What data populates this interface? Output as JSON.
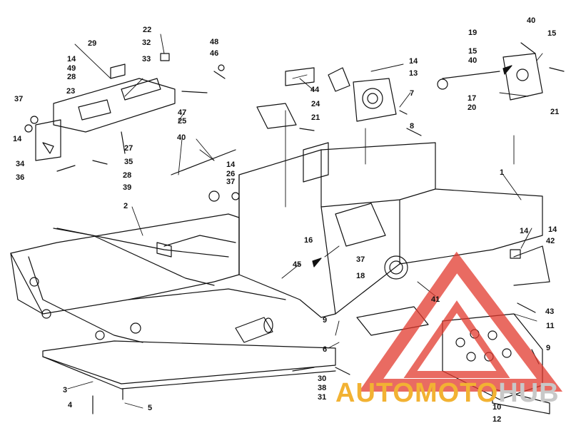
{
  "diagram": {
    "callouts": [
      "1",
      "2",
      "3",
      "4",
      "5",
      "6",
      "7",
      "8",
      "9",
      "9",
      "10",
      "11",
      "12",
      "13",
      "14",
      "14",
      "14",
      "14",
      "14",
      "14",
      "15",
      "15",
      "16",
      "17",
      "18",
      "19",
      "20",
      "21",
      "21",
      "22",
      "23",
      "24",
      "25",
      "26",
      "27",
      "28",
      "28",
      "29",
      "30",
      "31",
      "32",
      "33",
      "34",
      "35",
      "36",
      "37",
      "37",
      "37",
      "38",
      "39",
      "40",
      "40",
      "40",
      "41",
      "42",
      "43",
      "44",
      "45",
      "46",
      "47",
      "48",
      "49"
    ]
  },
  "watermark": {
    "word": "AUTOMOTOHUB",
    "part_auto": "AUTO",
    "part_moto": "MOTO",
    "part_hub": "HUB",
    "color_triangle": "#e23a2e",
    "color_text": "#f2b233",
    "color_hub": "#c8c8c8"
  },
  "colors": {
    "line": "#111111",
    "background": "#ffffff"
  }
}
